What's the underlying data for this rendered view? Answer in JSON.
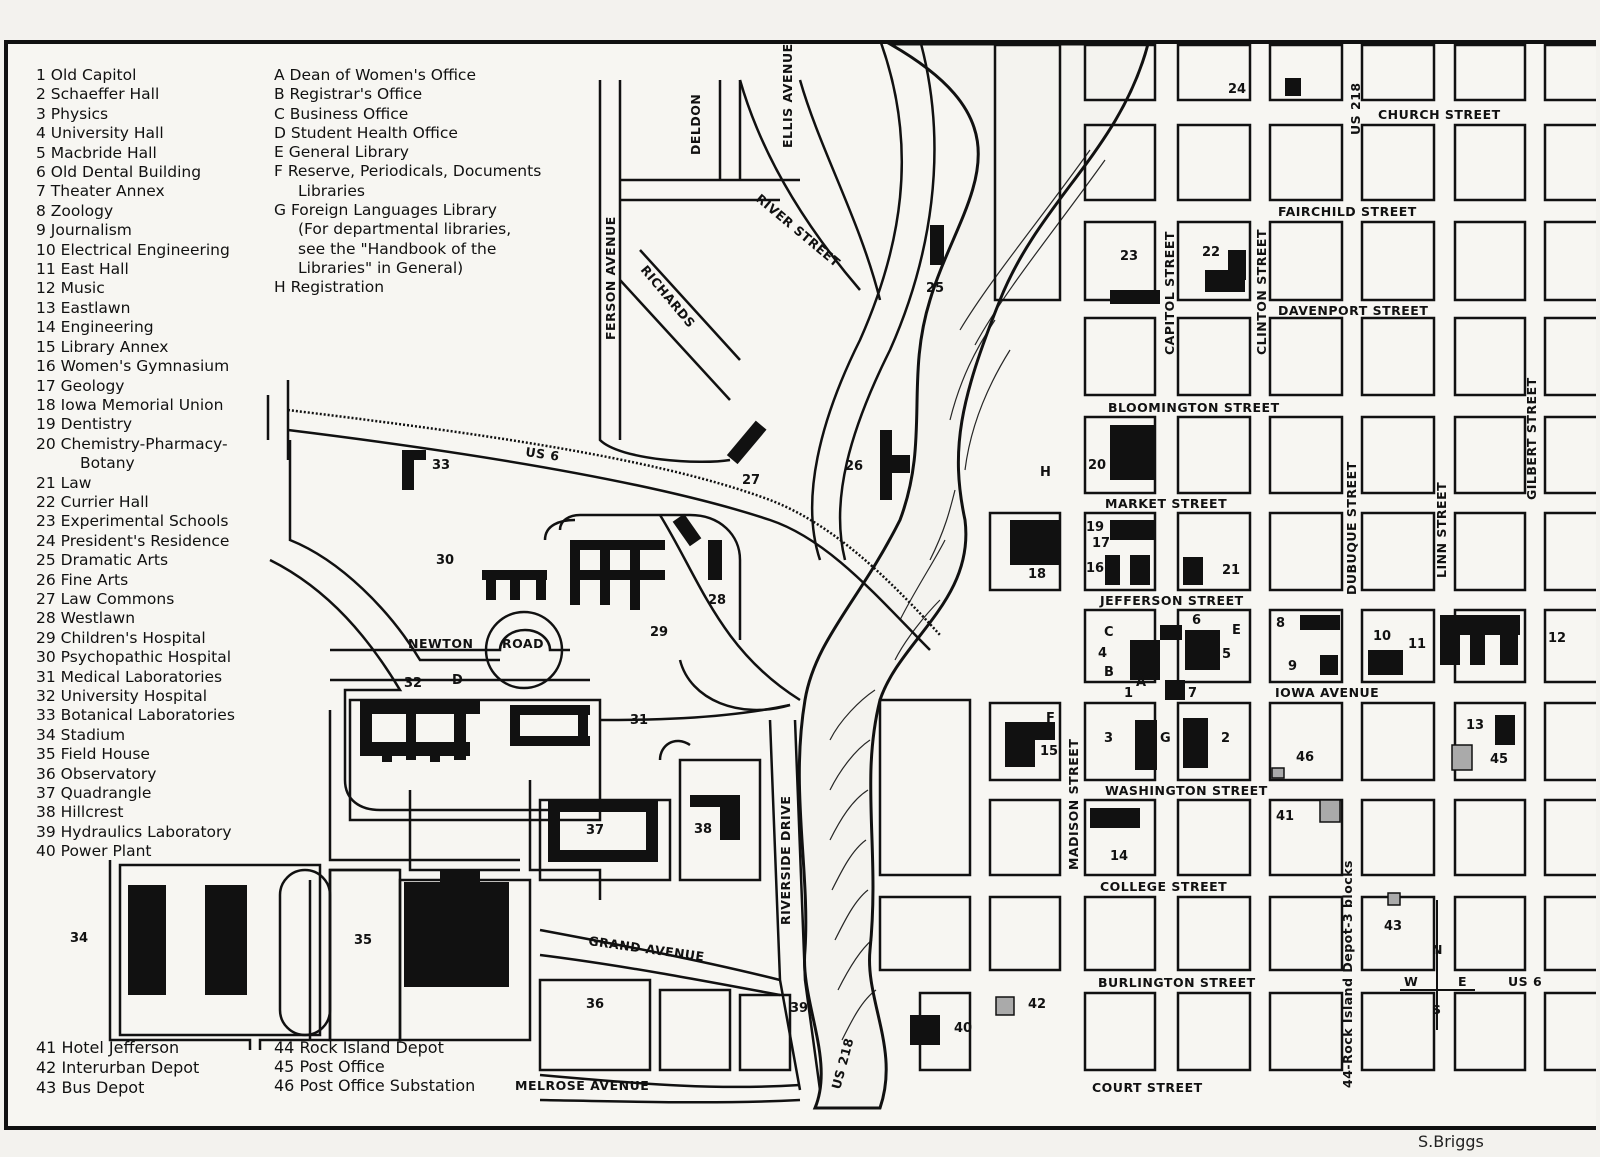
{
  "legend_buildings": [
    "1 Old Capitol",
    "2 Schaeffer Hall",
    "3 Physics",
    "4 University Hall",
    "5 Macbride Hall",
    "6 Old Dental Building",
    "7 Theater Annex",
    "8 Zoology",
    "9 Journalism",
    "10 Electrical Engineering",
    "11 East Hall",
    "12 Music",
    "13 Eastlawn",
    "14 Engineering",
    "15 Library Annex",
    "16 Women's Gymnasium",
    "17 Geology",
    "18 Iowa Memorial Union",
    "19 Dentistry",
    "20 Chemistry-Pharmacy-",
    "Botany",
    "21 Law",
    "22 Currier Hall",
    "23 Experimental Schools",
    "24 President's Residence",
    "25 Dramatic Arts",
    "26 Fine Arts",
    "27 Law Commons",
    "28 Westlawn",
    "29 Children's Hospital",
    "30 Psychopathic Hospital",
    "31 Medical Laboratories",
    "32 University Hospital",
    "33 Botanical Laboratories",
    "34 Stadium",
    "35 Field House",
    "36 Observatory",
    "37 Quadrangle",
    "38 Hillcrest",
    "39 Hydraulics Laboratory",
    "40 Power Plant"
  ],
  "legend_offices": [
    "A Dean of Women's Office",
    "B Registrar's Office",
    "C Business Office",
    "D Student Health Office",
    "E General Library",
    "F Reserve, Periodicals, Documents",
    "Libraries",
    "G Foreign Languages Library",
    "(For departmental libraries,",
    "see the \"Handbook of the",
    "Libraries\" in General)",
    "H Registration"
  ],
  "legend_depots_left": [
    "41 Hotel Jefferson",
    "42 Interurban Depot",
    "43 Bus Depot"
  ],
  "legend_depots_right": [
    "44 Rock Island Depot",
    "45 Post Office",
    "46 Post Office Substation"
  ],
  "streets": {
    "church": "CHURCH STREET",
    "fairchild": "FAIRCHILD STREET",
    "davenport": "DAVENPORT STREET",
    "bloomington": "BLOOMINGTON STREET",
    "market": "MARKET STREET",
    "jefferson": "JEFFERSON STREET",
    "iowa": "IOWA AVENUE",
    "washington": "WASHINGTON STREET",
    "college": "COLLEGE STREET",
    "burlington": "BURLINGTON STREET",
    "court": "COURT STREET",
    "melrose": "MELROSE AVENUE",
    "grand": "GRAND AVENUE",
    "newton": "NEWTON",
    "road": "ROAD",
    "riverside": "RIVERSIDE DRIVE",
    "river": "RIVER STREET",
    "ellis": "ELLIS AVENUE",
    "deldon": "DELDON",
    "ferson": "FERSON AVENUE",
    "richards": "RICHARDS",
    "capitol": "CAPITOL STREET",
    "clinton": "CLINTON STREET",
    "dubuque": "DUBUQUE STREET",
    "linn": "LINN STREET",
    "gilbert": "GILBERT STREET",
    "madison": "MADISON STREET",
    "us6_west": "US 6",
    "us6_east": "US 6",
    "us218_north": "US 218",
    "us218_south": "US 218",
    "rock_island": "44-Rock Island Depot-3 blocks"
  },
  "compass": {
    "n": "N",
    "s": "S",
    "e": "E",
    "w": "W"
  },
  "signature": "S.Briggs"
}
